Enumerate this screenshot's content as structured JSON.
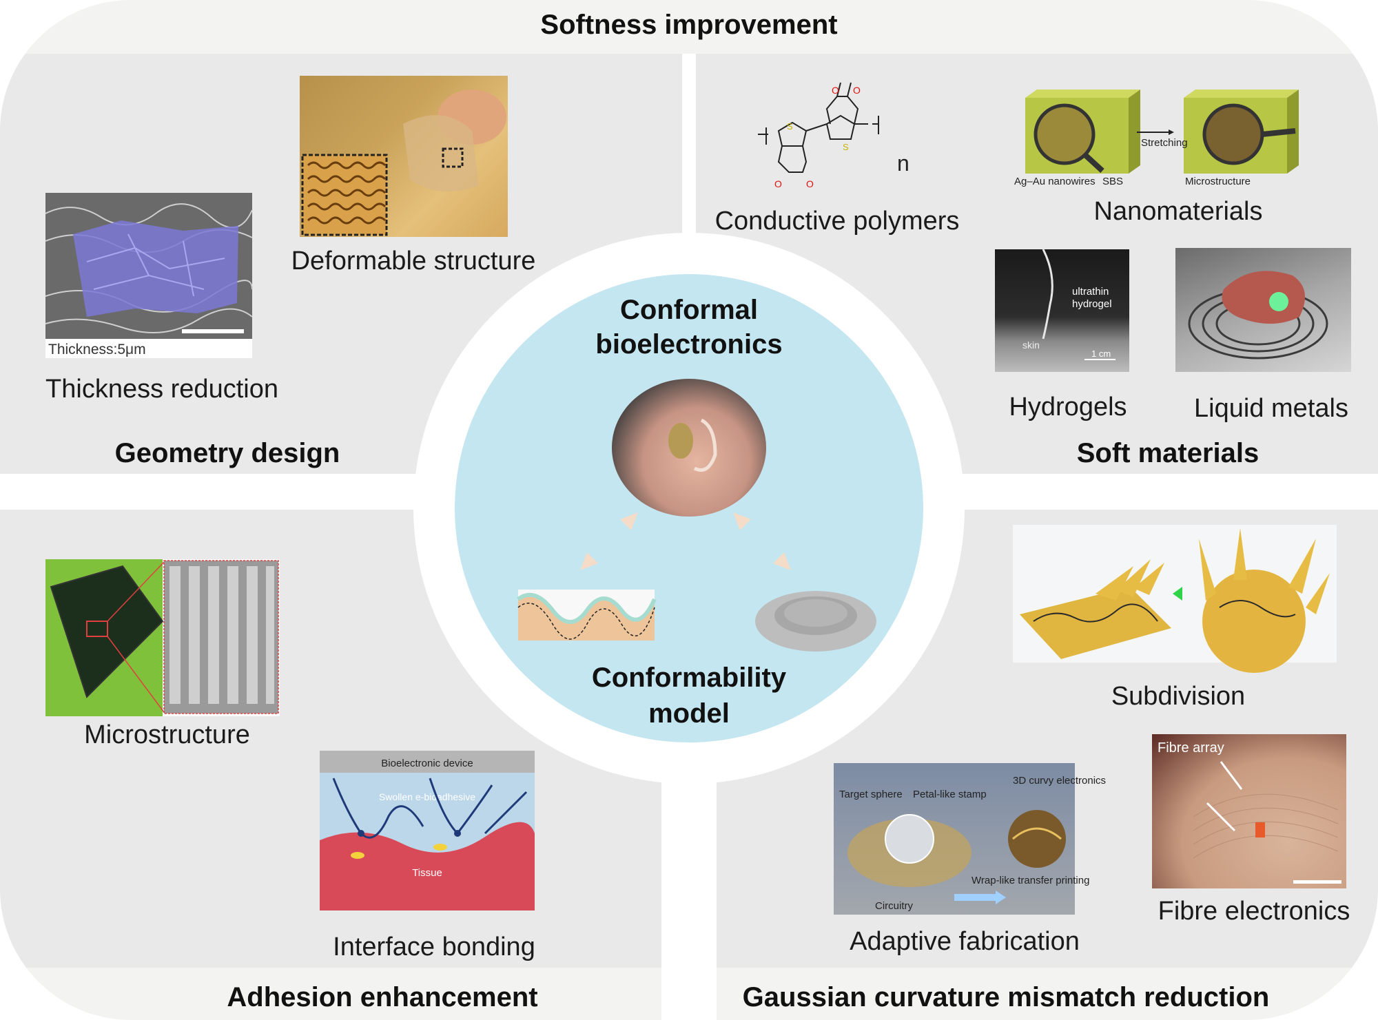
{
  "header": {
    "title": "Softness improvement"
  },
  "center": {
    "title_line1": "Conformal",
    "title_line2": "bioelectronics",
    "model_line1": "Conformability",
    "model_line2": "model"
  },
  "quadrants": {
    "geometry": {
      "title": "Geometry design",
      "thickness_label": "Thickness reduction",
      "thickness_caption": "Thickness:5μm",
      "deformable_label": "Deformable structure"
    },
    "materials": {
      "title": "Soft materials",
      "polymers_label": "Conductive polymers",
      "polymer_n": "n",
      "nano_label": "Nanomaterials",
      "nano_ag": "Ag–Au nanowires",
      "nano_sbs": "SBS",
      "nano_stretch": "Stretching",
      "nano_micro": "Microstructure",
      "hydrogels_label": "Hydrogels",
      "hydrogel_note": "ultrathin hydrogel",
      "hydrogel_skin": "skin",
      "hydrogel_scale": "1 cm",
      "liquid_label": "Liquid metals"
    },
    "adhesion": {
      "title": "Adhesion enhancement",
      "micro_label": "Microstructure",
      "interface_label": "Interface bonding",
      "device_label": "Bioelectronic device",
      "adhesive_label": "Swollen e-bioadhesive",
      "tissue_label": "Tissue"
    },
    "gaussian": {
      "title": "Gaussian curvature mismatch reduction",
      "subdivision_label": "Subdivision",
      "adaptive_label": "Adaptive fabrication",
      "target_sphere": "Target sphere",
      "petal_stamp": "Petal-like stamp",
      "curvy": "3D curvy electronics",
      "wrap": "Wrap-like transfer printing",
      "circuitry": "Circuitry",
      "fibre_label": "Fibre electronics",
      "fibre_array": "Fibre array"
    }
  },
  "colors": {
    "panel": "#e8e9e8",
    "center_circle": "#c4e6f0",
    "arrow": "#f5dcc8",
    "accent_purple": "#7a7ad8"
  }
}
